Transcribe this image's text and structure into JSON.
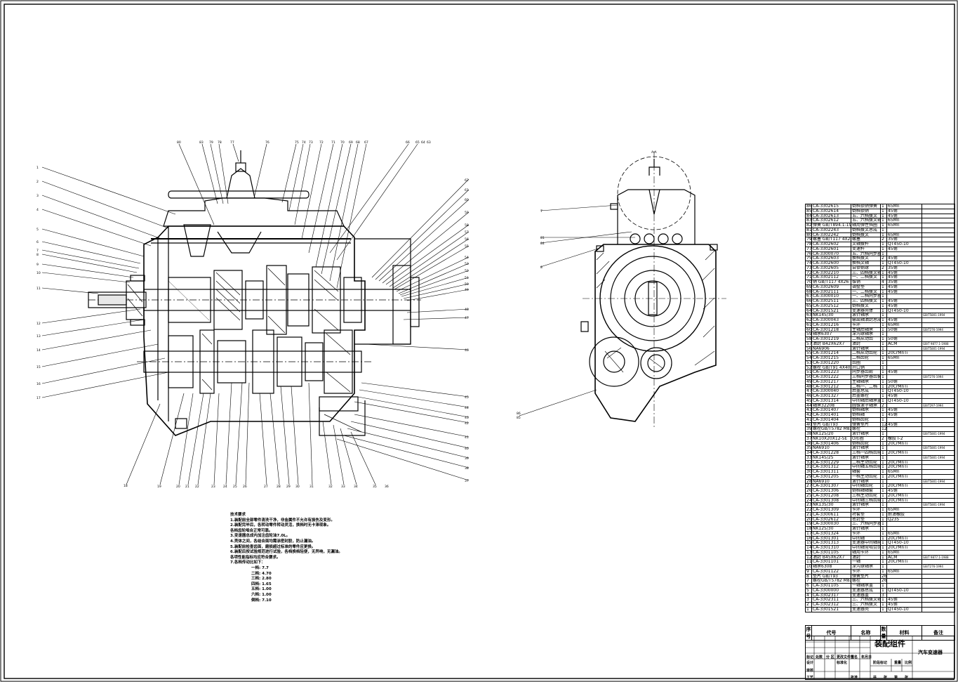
{
  "title_block": {
    "drawing_name": "装配组件",
    "product_name": "汽车变速器",
    "fields": [
      "标记",
      "处数",
      "分 区",
      "更改文件号",
      "签名",
      "年月日",
      "设计",
      "标准化",
      "阶段标记",
      "重量",
      "比例",
      "审核",
      "工艺",
      "批准",
      "共",
      "张",
      "第",
      "张"
    ]
  },
  "bom_header": [
    "序号",
    "代号",
    "名称",
    "数量",
    "材料",
    "备注"
  ],
  "bom_rows": [
    [
      "86",
      "CA-3302615",
      "倒档锁销弹簧",
      "1",
      "65Mn",
      ""
    ],
    [
      "85",
      "CA-3302614",
      "倒档锁销",
      "1",
      "45钢",
      ""
    ],
    [
      "84",
      "CA-3302613",
      "五、六档拨叉",
      "1",
      "45钢",
      ""
    ],
    [
      "83",
      "CA-3302612",
      "五、六档拨叉轴",
      "1",
      "65Mn",
      ""
    ],
    [
      "82",
      "弹簧 GB/T894.1-1994",
      "轴用弹性挡圈",
      "1",
      "65Mn",
      ""
    ],
    [
      "81",
      "CA-3302243",
      "倒档拨叉总成",
      "1",
      "",
      ""
    ],
    [
      "80",
      "CA-3302242",
      "倒档拨叉",
      "1",
      "65Mn",
      ""
    ],
    [
      "79",
      "螺塞 GB/T117 4X28",
      "螺塞",
      "2",
      "35钢",
      ""
    ],
    [
      "78",
      "CA-3302602",
      "叉轴拨杆",
      "1",
      "QT450-10",
      ""
    ],
    [
      "77",
      "CA-3302601",
      "变速杆",
      "1",
      "45钢",
      ""
    ],
    [
      "76",
      "CA-3300070",
      "五、六档同步器总成",
      "1",
      "",
      ""
    ],
    [
      "75",
      "CA-3302603",
      "换档拨叉",
      "2",
      "45钢",
      ""
    ],
    [
      "74",
      "CA-3302600",
      "换档叉轴",
      "1",
      "QT450-10",
      ""
    ],
    [
      "73",
      "CA-3302605",
      "自锁钢球",
      "2",
      "35钢",
      ""
    ],
    [
      "72",
      "CA-3302210",
      "三、四档拨叉轴",
      "1",
      "45钢",
      ""
    ],
    [
      "71",
      "CA-3302112",
      "一、二档拨叉",
      "1",
      "45钢",
      ""
    ],
    [
      "70",
      "销 GB/T117 4X26",
      "锥销",
      "4",
      "35钢",
      ""
    ],
    [
      "69",
      "CA-3302609",
      "调整垫",
      "1",
      "45钢",
      ""
    ],
    [
      "68",
      "CA-3302111",
      "一、二档拨叉",
      "1",
      "45钢",
      ""
    ],
    [
      "67",
      "CA-3300010",
      "一、二档同步器总成",
      "1",
      "",
      ""
    ],
    [
      "66",
      "CA-3302511",
      "三、四档拨叉",
      "1",
      "45钢",
      ""
    ],
    [
      "65",
      "CA-3302512",
      "倒档拨叉",
      "1",
      "45钢",
      ""
    ],
    [
      "64",
      "CA-3301521",
      "变速器壳体",
      "1",
      "QT450-10",
      ""
    ],
    [
      "63",
      "NK145/30",
      "滚针轴承",
      "1",
      "",
      "GB/T5801-1994"
    ],
    [
      "62",
      "CA-3300043",
      "输出轴油封总成",
      "1",
      "45钢",
      ""
    ],
    [
      "61",
      "CA-3301216",
      "卡环",
      "1",
      "65Mn",
      ""
    ],
    [
      "60",
      "CA-3301218",
      "主轴后轴承",
      "1",
      "50钢",
      "GB/T276-1994"
    ],
    [
      "59",
      "轴承6307",
      "深沟球轴承",
      "1",
      "",
      ""
    ],
    [
      "58",
      "CA-3301219",
      "二档从动齿",
      "1",
      "50钢",
      ""
    ],
    [
      "57",
      "油封 B42X62X7",
      "油封",
      "1",
      "ACM",
      "GB/T 9877.1-1988"
    ],
    [
      "56",
      "NA6906",
      "滚针轴承",
      "1",
      "",
      "GB/T5801-1994"
    ],
    [
      "55",
      "CA-3301214",
      "二档从动齿轮",
      "1",
      "20CrMnTi",
      ""
    ],
    [
      "54",
      "CA-3301215",
      "二档齿轮",
      "1",
      "65Mn",
      ""
    ],
    [
      "53",
      "CA-3301220",
      "齿圈",
      "1",
      "",
      ""
    ],
    [
      "52",
      "螺栓 GB/T91 4X40",
      "开口销",
      "1",
      "",
      ""
    ],
    [
      "51",
      "CA-3301223",
      "同步器齿毂",
      "1",
      "45钢",
      ""
    ],
    [
      "50",
      "CA-3301222",
      "三档同步器齿套",
      "1",
      "",
      "GB/T276-1994"
    ],
    [
      "49",
      "CA-3301217",
      "主轴轴承",
      "1",
      "50钢",
      ""
    ],
    [
      "48",
      "CA-3301212",
      "二档一、二档",
      "1",
      "20CrMnTi",
      ""
    ],
    [
      "47",
      "CA-3300040",
      "后盖总成",
      "1",
      "QT450-10",
      ""
    ],
    [
      "46",
      "CA-3301327",
      "后盖螺栓",
      "1",
      "45钢",
      ""
    ],
    [
      "45",
      "CA-3301314",
      "中间轴后轴承盖",
      "1",
      "QT450-10",
      ""
    ],
    [
      "44",
      "轴承32208",
      "圆锥滚子轴承",
      "2",
      "",
      "GB/T297-1994"
    ],
    [
      "43",
      "CA-3301407",
      "倒档轴承",
      "1",
      "45钢",
      ""
    ],
    [
      "42",
      "CA-3301401",
      "倒档轴",
      "1",
      "45钢",
      ""
    ],
    [
      "41",
      "CA-3301404",
      "倒档齿轮",
      "1",
      "",
      ""
    ],
    [
      "40",
      "垫片 GB/T93",
      "弹簧垫片",
      "12",
      "45钢",
      ""
    ],
    [
      "39",
      "螺栓GB/T5782 M8X20",
      "螺栓",
      "12",
      "",
      ""
    ],
    [
      "38",
      "NK125/20",
      "滚针轴承",
      "1",
      "",
      "GB/T5801-1994"
    ],
    [
      "37",
      "NK10X20X12-5E",
      "O形圈",
      "2",
      "橡胶 I-2",
      ""
    ],
    [
      "36",
      "CA-3301406",
      "倒档齿轮",
      "1",
      "20CrMnTi",
      ""
    ],
    [
      "35",
      "NA6910",
      "滚针轴承",
      "1",
      "",
      "GB/T5801-1994"
    ],
    [
      "34",
      "CA-3301228",
      "三档一四档齿轮",
      "1",
      "20CrMnTi",
      ""
    ],
    [
      "33",
      "NK145/25",
      "滚针轴承",
      "1",
      "",
      "GB/T5801-1994"
    ],
    [
      "32",
      "CA-3301229",
      "二档主动齿轮",
      "1",
      "20CrMnTi",
      ""
    ],
    [
      "31",
      "CA-3301312",
      "中间轴五档齿轮",
      "1",
      "20CrMnTi",
      ""
    ],
    [
      "30",
      "CA-3301311",
      "轴套",
      "1",
      "65Mn",
      ""
    ],
    [
      "29",
      "CA-3301205",
      "一档主动齿轮",
      "1",
      "20CrMnTi",
      ""
    ],
    [
      "28",
      "NA6910",
      "滚针轴承",
      "1",
      "",
      "GB/T5801-1994"
    ],
    [
      "27",
      "CA-3301307",
      "中间轴齿轮",
      "1",
      "20CrMnTi",
      ""
    ],
    [
      "26",
      "CA-3301306",
      "倒档轴轴套",
      "1",
      "45钢",
      ""
    ],
    [
      "25",
      "CA-3301208",
      "三档主动齿轮",
      "1",
      "20CrMnTi",
      ""
    ],
    [
      "24",
      "CA-3301308",
      "中间轴三档齿轮",
      "1",
      "20CrMnTi",
      ""
    ],
    [
      "23",
      "NK135/30",
      "滚针轴承",
      "1",
      "",
      "GB/T5801-1994"
    ],
    [
      "22",
      "CA-3301309",
      "卡环",
      "1",
      "65Mn",
      ""
    ],
    [
      "21",
      "CA-3300611",
      "衬套垫",
      "1",
      "耐油橡胶",
      ""
    ],
    [
      "20",
      "CA-3302612",
      "密封垫",
      "1",
      "Q235",
      ""
    ],
    [
      "19",
      "CA-3300030",
      "三、六档同步器总成",
      "1",
      "",
      ""
    ],
    [
      "18",
      "NK125/30",
      "滚针轴承",
      "1",
      "",
      ""
    ],
    [
      "17",
      "CA-3301324",
      "卡环",
      "1",
      "65Mn",
      ""
    ],
    [
      "16",
      "CA-3301301",
      "中间轴",
      "1",
      "20CrMnTi",
      ""
    ],
    [
      "15",
      "CA-3301313",
      "变速器中间轴前盖",
      "1",
      "QT450-10",
      ""
    ],
    [
      "14",
      "CA-3301310",
      "中间轴常啮合齿轮",
      "1",
      "20CrMnTi",
      ""
    ],
    [
      "13",
      "CA-3301105",
      "轴用卡环",
      "1",
      "65Mn",
      ""
    ],
    [
      "12",
      "油封 B45X62X7",
      "油封",
      "1",
      "ACM",
      "GB/T 9877.1-1988"
    ],
    [
      "11",
      "CA-3301101",
      "一轴",
      "1",
      "20CrMnTi",
      ""
    ],
    [
      "10",
      "轴承6308",
      "深沟球轴承",
      "1",
      "",
      "GB/T276-1994"
    ],
    [
      "9",
      "CA-3301122",
      "卡环",
      "1",
      "65Mn",
      ""
    ],
    [
      "8",
      "垫片 GB/T93",
      "弹簧垫片",
      "26",
      "",
      ""
    ],
    [
      "7",
      "螺栓GB/T5782 M8X25",
      "螺栓",
      "26",
      "",
      ""
    ],
    [
      "6",
      "CA-3301105",
      "一轴轴承盖",
      "1",
      "",
      ""
    ],
    [
      "5",
      "CA-3300000",
      "变速器总成",
      "1",
      "QT450-10",
      ""
    ],
    [
      "4",
      "CA-3302317",
      "变速器盖",
      "3",
      "",
      ""
    ],
    [
      "3",
      "CA-3302311",
      "三、六档拨叉轴",
      "1",
      "45钢",
      ""
    ],
    [
      "2",
      "CA-3302312",
      "三、六档拨叉",
      "1",
      "45钢",
      ""
    ],
    [
      "1",
      "CA-3301521",
      "变速器壳",
      "1",
      "QT450-10",
      ""
    ]
  ],
  "tech_notes": {
    "heading": "技术要求",
    "items": [
      "1.装配前全部零件清洗干净，非金属件不允许有损伤及变形。",
      "2.装配完毕后，各转动零件转动灵活，换档时无卡滞现象。",
      "  各档齿轮啮合正常可靠。",
      "3.变速器总成内加注齿轮油7.0L。",
      "4.壳体之间，各结合面均需涂密封胶，防止漏油。",
      "5.装配前检查齿面，磨损超过标准的零件应更换。",
      "6.装配后按试验规范进行试验，各档换档轻便，无异响，无漏油。",
      "  各项性能指标均应符合要求。",
      "7.各档传动比如下："
    ],
    "ratios": [
      "一档: 7.7",
      "二档: 4.70",
      "三档: 2.80",
      "四档: 1.65",
      "五档: 1.00",
      "六档: 1.00",
      "倒档: 7.10"
    ]
  },
  "section_label": "A-A",
  "balloons_left": [
    "1",
    "2",
    "3",
    "4",
    "5",
    "6",
    "7",
    "8",
    "9",
    "10",
    "11",
    "12",
    "13",
    "14",
    "15",
    "16",
    "17",
    "18"
  ],
  "balloons_right": [
    "62",
    "61",
    "60",
    "59",
    "58",
    "57",
    "56",
    "55",
    "54",
    "53",
    "52",
    "51",
    "50",
    "49",
    "48",
    "47",
    "46",
    "45",
    "44",
    "43",
    "42",
    "41",
    "40",
    "39",
    "38",
    "37"
  ],
  "balloons_top": [
    "80",
    "83",
    "79",
    "78",
    "77",
    "76",
    "75",
    "74",
    "73",
    "72",
    "71",
    "70",
    "69",
    "68",
    "67",
    "66",
    "65",
    "64",
    "63"
  ],
  "balloons_bottom": [
    "19",
    "20",
    "21",
    "22",
    "23",
    "24",
    "25",
    "26",
    "27",
    "28",
    "29",
    "30",
    "31",
    "32",
    "33",
    "34",
    "35",
    "36"
  ],
  "balloons_section": [
    "7",
    "81",
    "84",
    "8",
    "86",
    "85"
  ]
}
